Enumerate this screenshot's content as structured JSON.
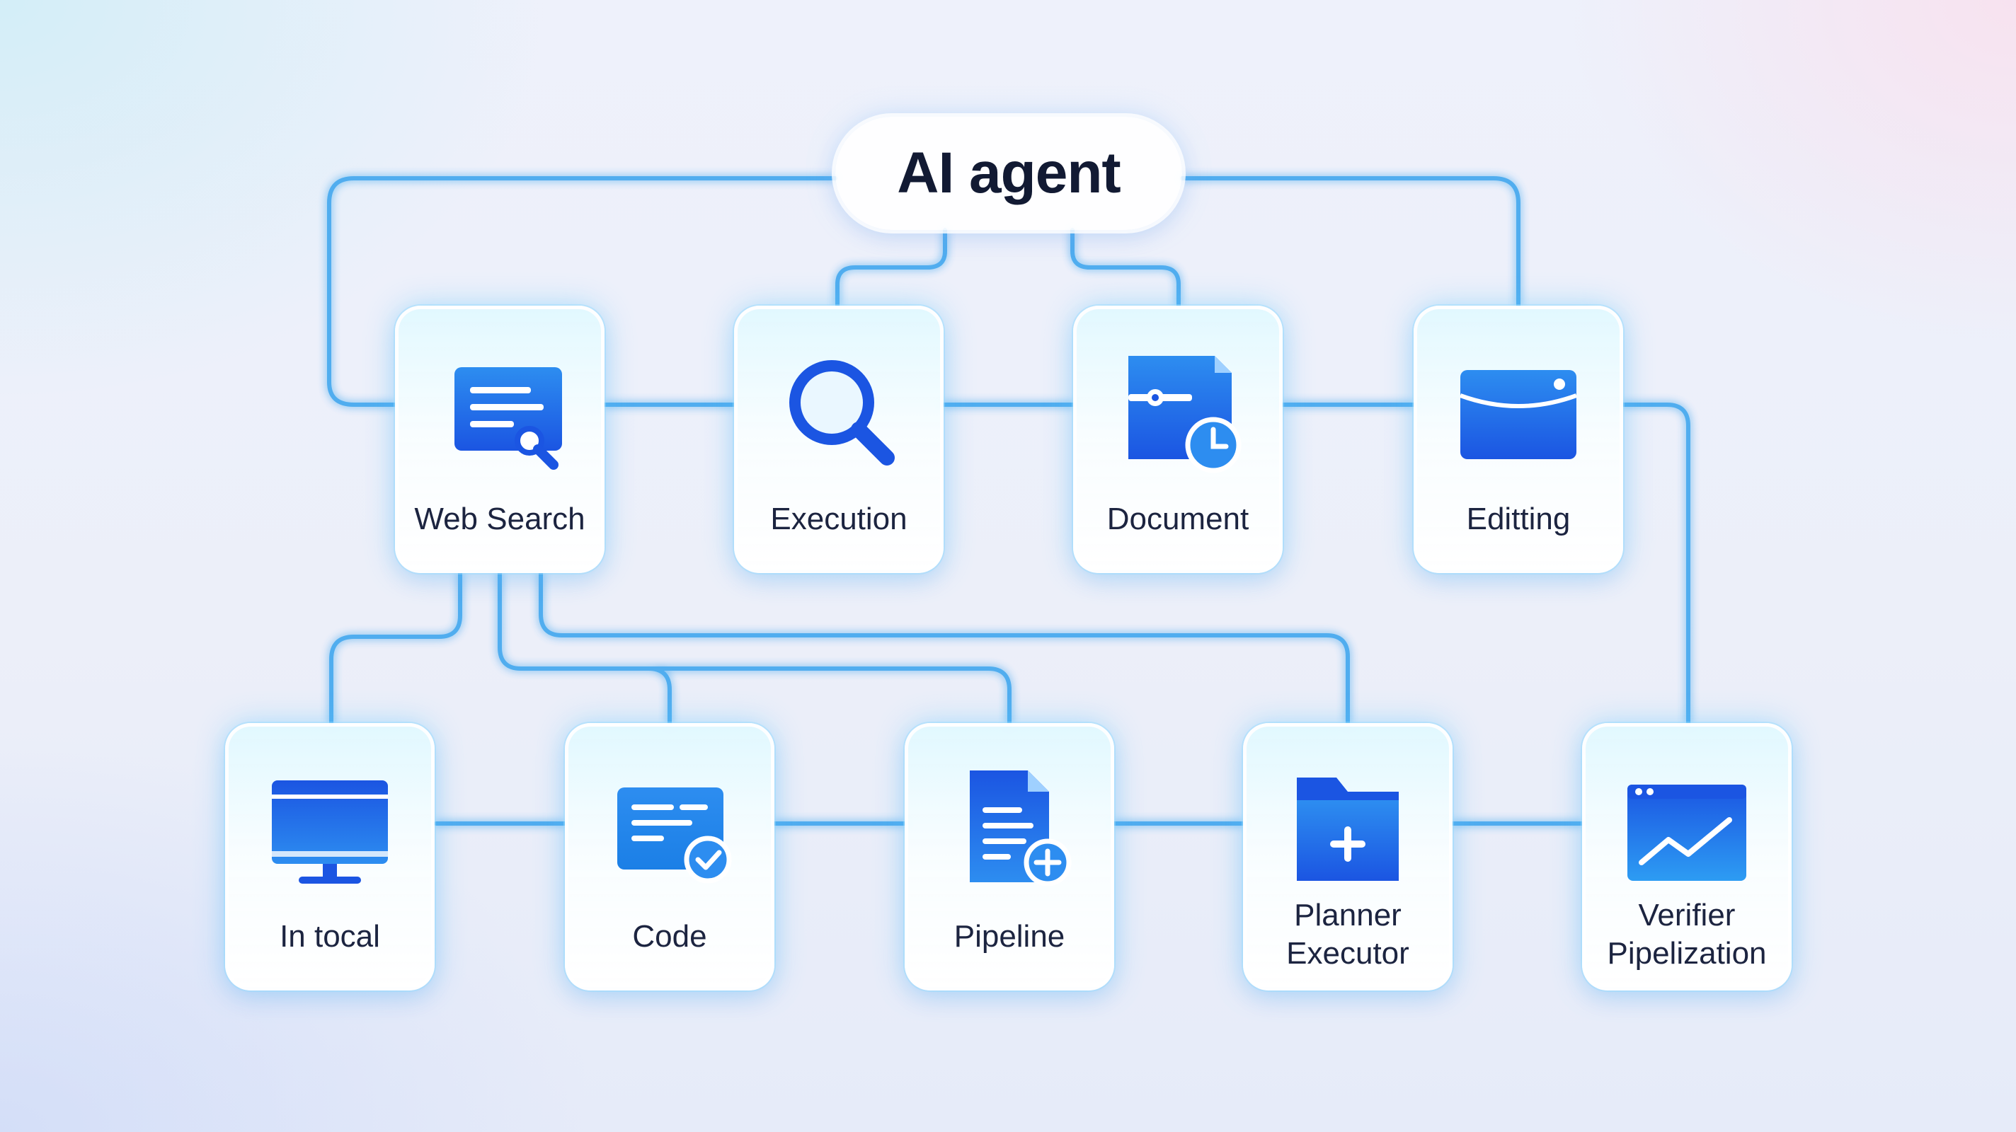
{
  "hub": {
    "title": "AI agent"
  },
  "tools_top": [
    {
      "label": "Web Search",
      "icon": "search-document-icon"
    },
    {
      "label": "Execution",
      "icon": "magnifier-icon"
    },
    {
      "label": "Document",
      "icon": "document-clock-icon"
    },
    {
      "label": "Editting",
      "icon": "browser-window-icon"
    }
  ],
  "tools_bottom": [
    {
      "label": "In tocal",
      "icon": "monitor-icon"
    },
    {
      "label": "Code",
      "icon": "code-check-icon"
    },
    {
      "label": "Pipeline",
      "icon": "document-add-icon"
    },
    {
      "label_line1": "Planner",
      "label_line2": "Executor",
      "icon": "folder-add-icon"
    },
    {
      "label_line1": "Verifier",
      "label_line2": "Pipelization",
      "icon": "chart-window-icon"
    }
  ],
  "colors": {
    "connector": "#3fa6ee",
    "icon_dark": "#1b55e2",
    "icon_light": "#2d8df0",
    "text": "#1c2440"
  }
}
